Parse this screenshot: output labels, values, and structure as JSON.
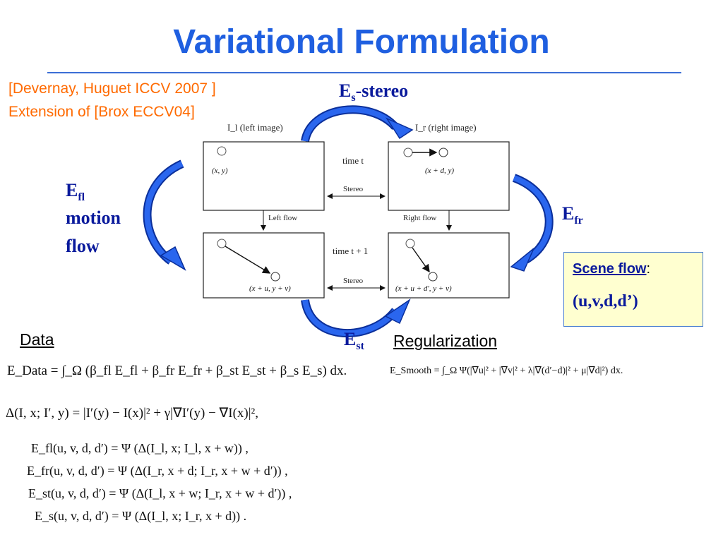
{
  "title": "Variational Formulation",
  "citation": {
    "line1": "[Devernay, Huguet ICCV 2007 ]",
    "line2": "Extension of [Brox ECCV04]"
  },
  "energies": {
    "stereo_base": "E",
    "stereo_sub": "s",
    "stereo_suffix": "-stereo",
    "fl_base": "E",
    "fl_sub": "fl",
    "motion": "motion",
    "flow": "flow",
    "fr_base": "E",
    "fr_sub": "fr",
    "st_base": "E",
    "st_sub": "st"
  },
  "diagram": {
    "left_image": "I_l (left image)",
    "right_image": "I_r (right image)",
    "time_t": "time t",
    "time_t1": "time t + 1",
    "stereo": "Stereo",
    "left_flow": "Left flow",
    "right_flow": "Right flow",
    "coord_tl": "(x, y)",
    "coord_tr": "(x + d, y)",
    "coord_bl": "(x + u, y + v)",
    "coord_br": "(x + u + d′, y + v)"
  },
  "scene_flow": {
    "label": "Scene flow",
    "colon": ":",
    "vars": "(u,v,d,d’)"
  },
  "headers": {
    "data": "Data",
    "regularization": "Regularization"
  },
  "equations": {
    "data": "E_Data = ∫_Ω (β_fl E_fl + β_fr E_fr + β_st E_st + β_s E_s) dx.",
    "smooth": "E_Smooth = ∫_Ω Ψ(|∇u|² + |∇v|² + λ|∇(d′−d)|² + μ|∇d|²) dx.",
    "delta": "Δ(I, x; I′, y) = |I′(y) − I(x)|² + γ|∇I′(y) − ∇I(x)|²,",
    "efl": "E_fl(u, v, d, d′) = Ψ (Δ(I_l, x; I_l, x + w)) ,",
    "efr": "E_fr(u, v, d, d′) = Ψ (Δ(I_r, x + d; I_r, x + w + d′)) ,",
    "est": "E_st(u, v, d, d′) = Ψ (Δ(I_l, x + w; I_r, x + w + d′)) ,",
    "es": "E_s(u, v, d, d′) = Ψ (Δ(I_l, x; I_r, x + d)) ."
  },
  "colors": {
    "title": "#1f5fe0",
    "citation": "#ff6a00",
    "energy_text": "#0a1a9c",
    "arrow_fill": "#1a55e0",
    "scene_box_bg": "#ffffd0"
  }
}
